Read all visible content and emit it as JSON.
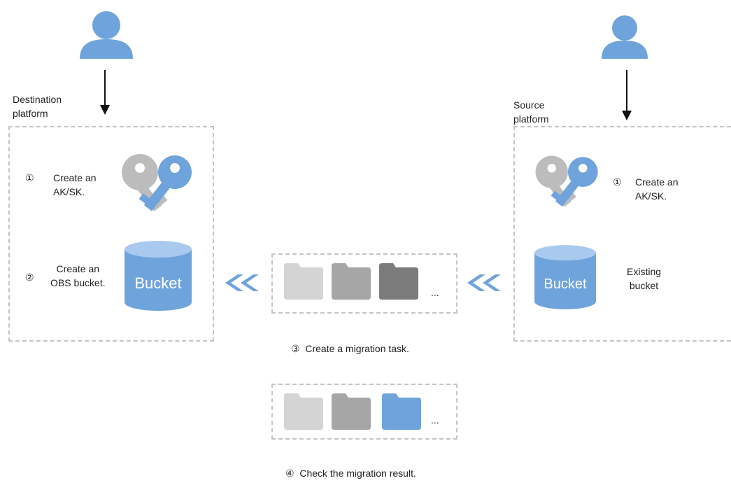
{
  "destination": {
    "platform_label": "Destination\nplatform",
    "step1_num": "①",
    "step1_label": "Create an\nAK/SK.",
    "step2_num": "②",
    "step2_label": "Create an\nOBS bucket.",
    "bucket_label": "Bucket"
  },
  "source": {
    "platform_label": "Source\nplatform",
    "step1_num": "①",
    "step1_label": "Create an\nAK/SK.",
    "existing_label": "Existing\nbucket",
    "bucket_label": "Bucket"
  },
  "migration": {
    "ellipsis": "...",
    "step3_label": "③  Create a migration task.",
    "step4_label": "④  Check the migration result."
  },
  "colors": {
    "accent_blue": "#6fa3dc",
    "folder_light": "#d4d4d4",
    "folder_mid": "#a6a6a6",
    "folder_dark": "#7b7b7b",
    "key_gray": "#bcbcbc"
  }
}
